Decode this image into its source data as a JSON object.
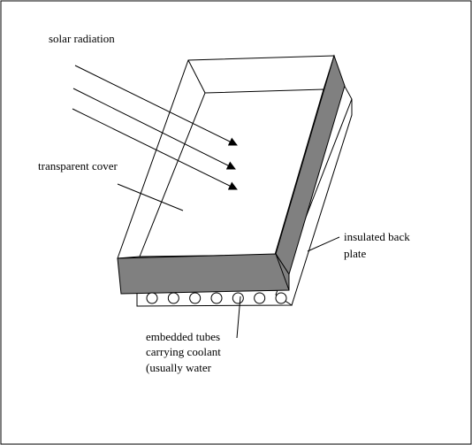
{
  "labels": {
    "solar_radiation": "solar radiation",
    "transparent_cover": "transparent cover",
    "insulated_back_line1": "insulated back",
    "insulated_back_line2": "plate",
    "tubes_line1": "embedded tubes",
    "tubes_line2": "carrying coolant",
    "tubes_line3": "(usually water"
  },
  "colors": {
    "stroke": "#000000",
    "side_fill": "#808080",
    "face_fill": "#ffffff"
  },
  "tube_count": 7
}
